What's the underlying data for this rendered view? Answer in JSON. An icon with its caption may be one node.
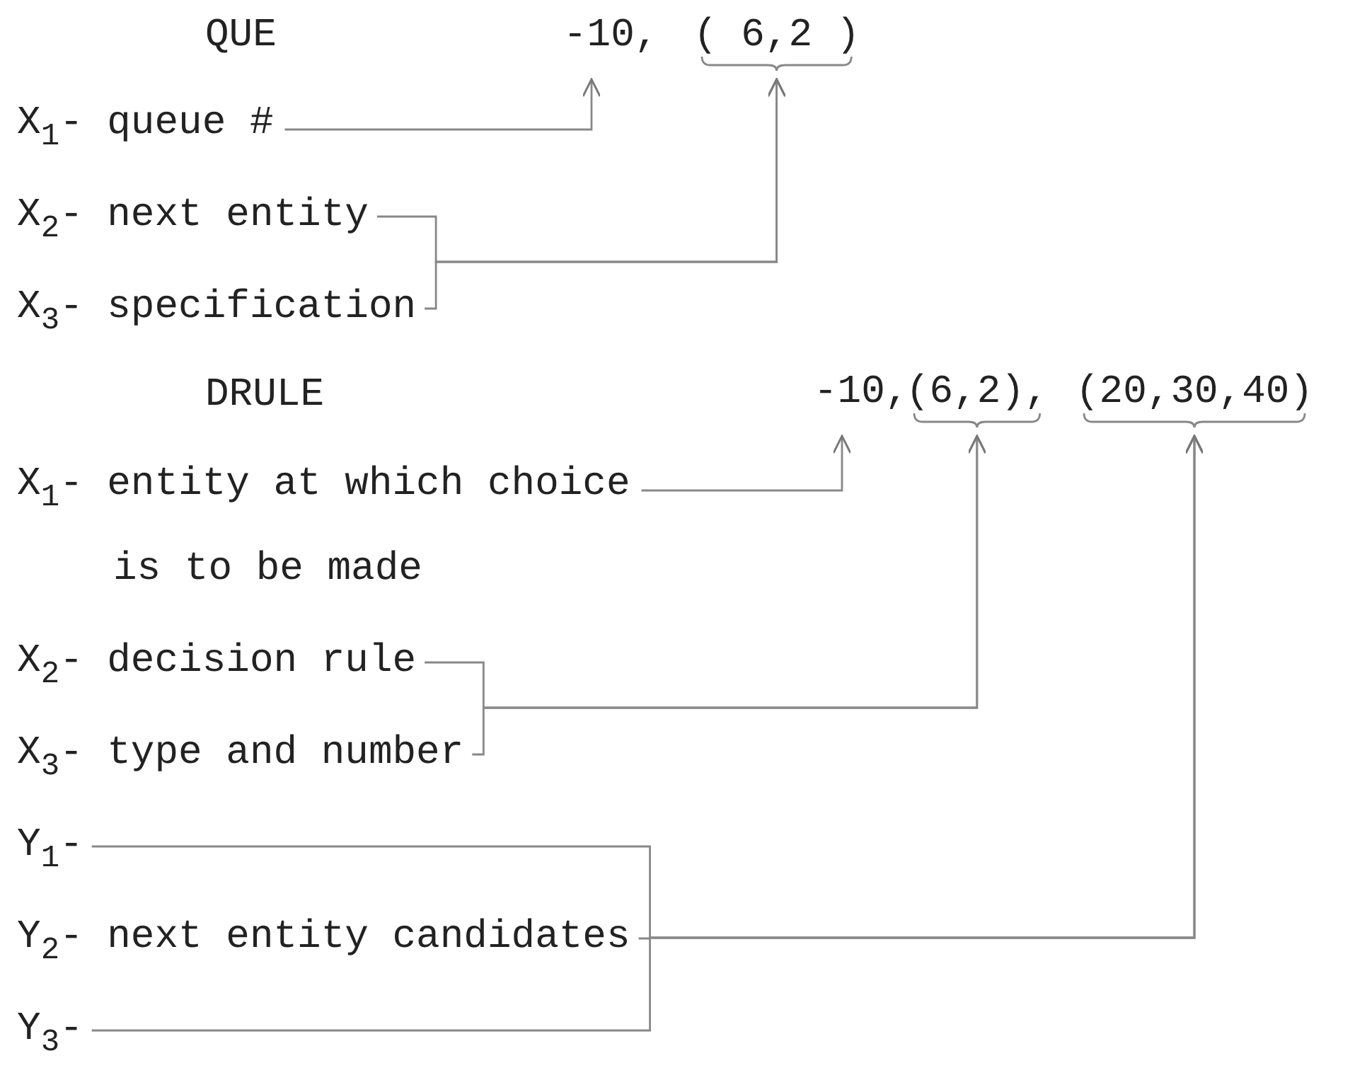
{
  "diagram": {
    "nodes": [
      {
        "text": [
          "-10,"
        ]
      },
      {
        "text": [
          "( 6,2 )"
        ]
      },
      {
        "text": [
          "X$_{1}$- queue #"
        ]
      },
      {
        "text": [
          "X$_{2}$- next entity"
        ]
      },
      {
        "text": [
          "X$_{3}$- specification"
        ]
      },
      {
        "text": [
          "-10,"
        ]
      },
      {
        "text": [
          "(6,2),"
        ]
      },
      {
        "text": [
          "(20,30,40)"
        ]
      },
      {
        "text": [
          "X$_{1}$- entity at which choice is to be made"
        ]
      },
      {
        "text": [
          "X$_{2}$- decision rule"
        ]
      },
      {
        "text": [
          "X$_{3}$- type and number"
        ]
      },
      {
        "text": [
          "Y$_{1}$-"
        ]
      },
      {
        "text": [
          "Y$_{2}$- next entity candidates"
        ]
      },
      {
        "text": [
          "Y$_{3}$-"
        ]
      }
    ],
    "edges": [
      {
        "from": 2,
        "to": 0,
        "arrow": "to"
      },
      {
        "from": 3,
        "to": 1,
        "arrow": "to"
      },
      {
        "from": 4,
        "to": 1,
        "arrow": "to"
      },
      {
        "from": 8,
        "to": 5,
        "arrow": "to"
      },
      {
        "from": 9,
        "to": 6,
        "arrow": "to"
      },
      {
        "from": 10,
        "to": 6,
        "arrow": "to"
      },
      {
        "from": 11,
        "to": 7,
        "arrow": "to"
      },
      {
        "from": 12,
        "to": 7,
        "arrow": "to"
      },
      {
        "from": 13,
        "to": 7,
        "arrow": "to"
      }
    ],
    "labels": [
      "QUE",
      "DRULE"
    ]
  }
}
